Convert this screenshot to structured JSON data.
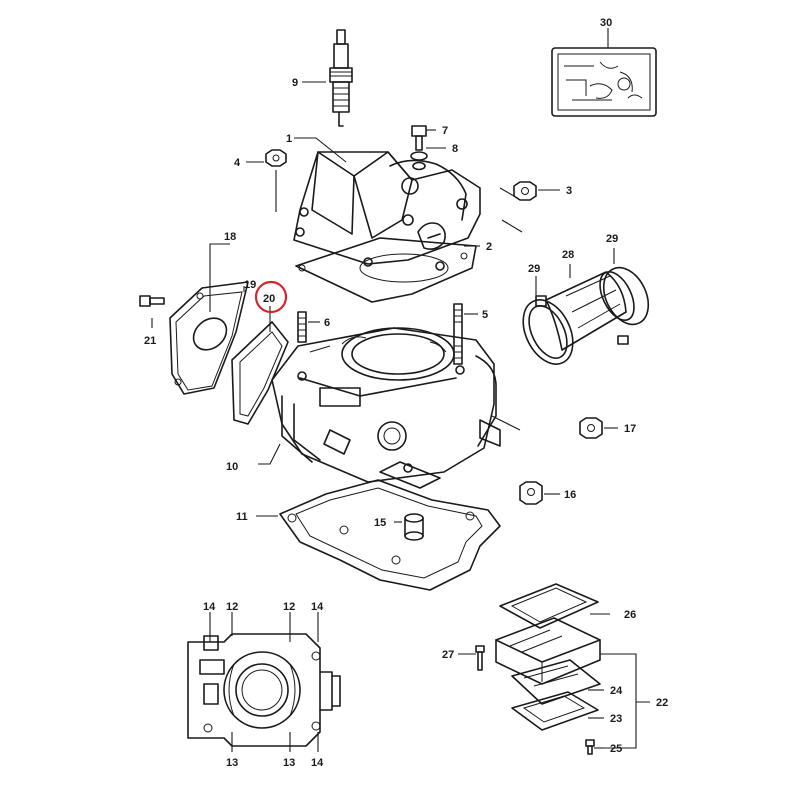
{
  "diagram": {
    "highlight_color": "#d7262b",
    "ink_color": "#1a1a1a",
    "highlighted_callout": "20",
    "callouts": [
      {
        "id": "c1",
        "label": "1"
      },
      {
        "id": "c2",
        "label": "2"
      },
      {
        "id": "c3",
        "label": "3"
      },
      {
        "id": "c4",
        "label": "4"
      },
      {
        "id": "c5",
        "label": "5"
      },
      {
        "id": "c6",
        "label": "6"
      },
      {
        "id": "c7",
        "label": "7"
      },
      {
        "id": "c8",
        "label": "8"
      },
      {
        "id": "c9",
        "label": "9"
      },
      {
        "id": "c10",
        "label": "10"
      },
      {
        "id": "c11",
        "label": "11"
      },
      {
        "id": "c12a",
        "label": "12"
      },
      {
        "id": "c12b",
        "label": "12"
      },
      {
        "id": "c13a",
        "label": "13"
      },
      {
        "id": "c13b",
        "label": "13"
      },
      {
        "id": "c14a",
        "label": "14"
      },
      {
        "id": "c14b",
        "label": "14"
      },
      {
        "id": "c14c",
        "label": "14"
      },
      {
        "id": "c15",
        "label": "15"
      },
      {
        "id": "c16",
        "label": "16"
      },
      {
        "id": "c17",
        "label": "17"
      },
      {
        "id": "c18",
        "label": "18"
      },
      {
        "id": "c19",
        "label": "19"
      },
      {
        "id": "c20",
        "label": "20"
      },
      {
        "id": "c21",
        "label": "21"
      },
      {
        "id": "c22",
        "label": "22"
      },
      {
        "id": "c23",
        "label": "23"
      },
      {
        "id": "c24",
        "label": "24"
      },
      {
        "id": "c25",
        "label": "25"
      },
      {
        "id": "c26",
        "label": "26"
      },
      {
        "id": "c27",
        "label": "27"
      },
      {
        "id": "c28",
        "label": "28"
      },
      {
        "id": "c29a",
        "label": "29"
      },
      {
        "id": "c29b",
        "label": "29"
      },
      {
        "id": "c30",
        "label": "30"
      }
    ]
  }
}
